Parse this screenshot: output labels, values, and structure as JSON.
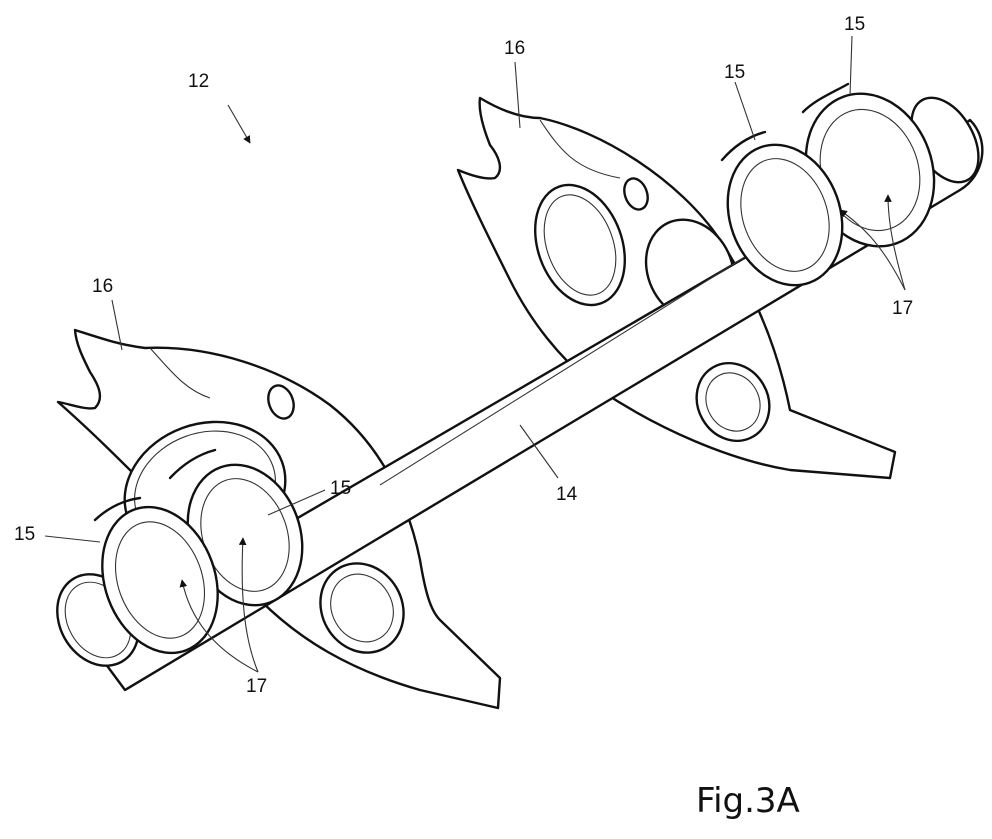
{
  "figure": {
    "caption": "Fig.3A",
    "labels": {
      "assembly": "12",
      "shaft": "14",
      "bearing": "15",
      "plate": "16",
      "arrow": "17"
    }
  }
}
